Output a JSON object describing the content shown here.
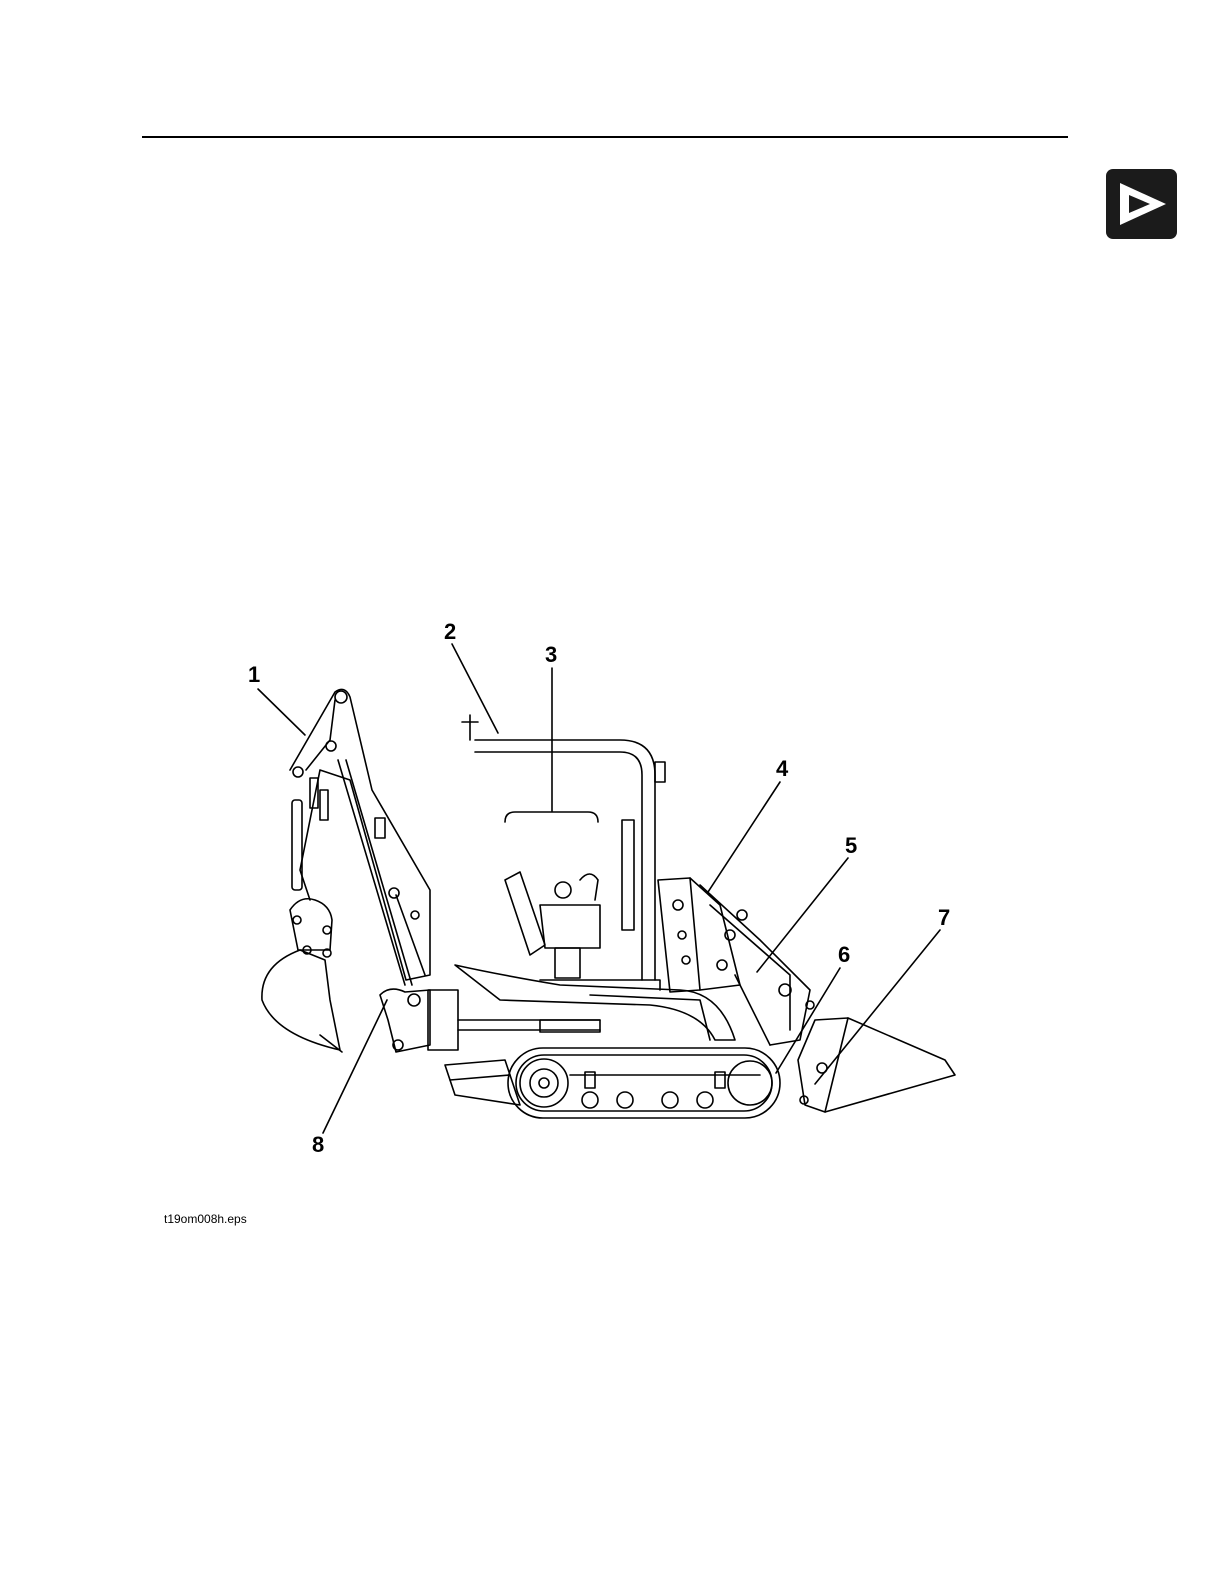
{
  "header": {
    "nav_icon": "play-arrow-icon"
  },
  "figure": {
    "callouts": [
      "1",
      "2",
      "3",
      "4",
      "5",
      "6",
      "7",
      "8"
    ],
    "filename": "t19om008h.eps"
  }
}
